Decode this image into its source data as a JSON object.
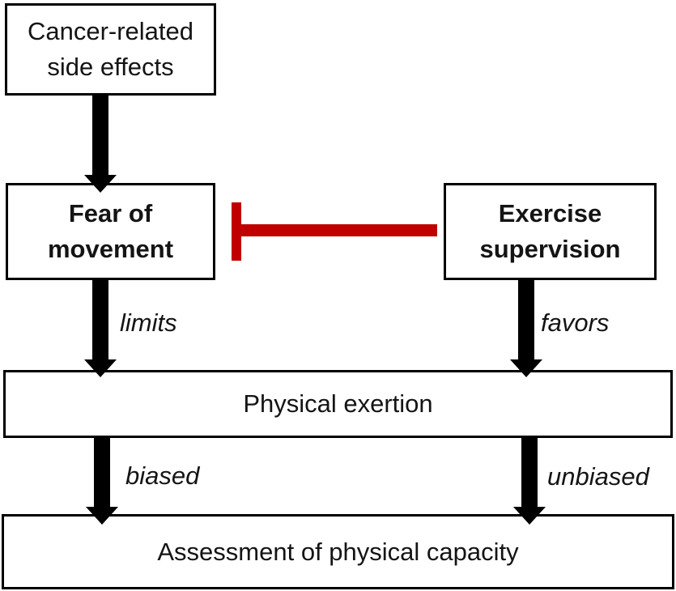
{
  "diagram": {
    "type": "flow-diagram",
    "description": "Causal diagram of exercise supervision inhibiting fear of movement in assessment of physical capacity",
    "boxes": [
      {
        "id": "cancer-side-effects",
        "label": "Cancer-related\nside effects",
        "emphasis": "normal"
      },
      {
        "id": "fear-of-movement",
        "label": "Fear of\nmovement",
        "emphasis": "bold"
      },
      {
        "id": "exercise-supervision",
        "label": "Exercise\nsupervision",
        "emphasis": "bold"
      },
      {
        "id": "physical-exertion",
        "label": "Physical exertion",
        "emphasis": "normal"
      },
      {
        "id": "assessment",
        "label": "Assessment of physical capacity",
        "emphasis": "normal"
      }
    ],
    "edges": [
      {
        "from": "cancer-side-effects",
        "to": "fear-of-movement",
        "style": "arrow",
        "label": ""
      },
      {
        "from": "fear-of-movement",
        "to": "physical-exertion",
        "style": "arrow",
        "label": "limits"
      },
      {
        "from": "exercise-supervision",
        "to": "physical-exertion",
        "style": "arrow",
        "label": "favors"
      },
      {
        "from": "physical-exertion",
        "to": "assessment",
        "style": "arrow",
        "label": "biased"
      },
      {
        "from": "physical-exertion",
        "to": "assessment",
        "style": "arrow",
        "label": "unbiased"
      },
      {
        "from": "exercise-supervision",
        "to": "fear-of-movement",
        "style": "inhibition t-bar",
        "label": ""
      }
    ],
    "edge_labels": {
      "limits": "limits",
      "favors": "favors",
      "biased": "biased",
      "unbiased": "unbiased"
    },
    "colors": {
      "box_border": "#000000",
      "arrow": "#000000",
      "inhibition": "#c00000",
      "background": "#ffffff"
    }
  }
}
